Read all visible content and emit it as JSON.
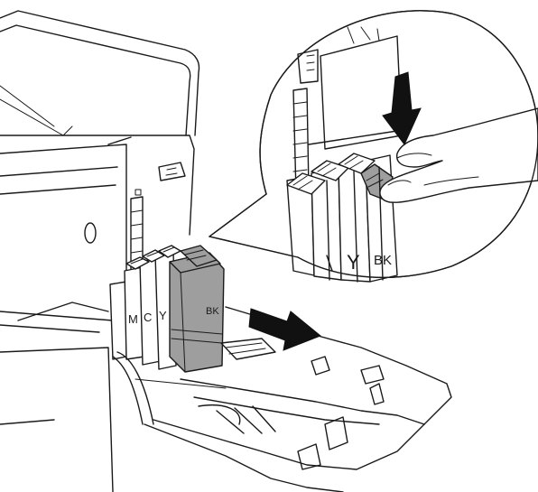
{
  "slot_labels": {
    "magenta": "M",
    "cyan": "C",
    "yellow": "Y"
  },
  "cartridge_label": "BK",
  "zoom_labels": {
    "yellow": "Y",
    "black": "BK"
  },
  "colors": {
    "cartridge_fill": "#9e9e9e",
    "arrow_fill": "#111111",
    "line": "#1a1a1a"
  },
  "icons": {
    "push_arrow": "arrow-down-icon",
    "pull_arrow": "arrow-right-icon"
  }
}
